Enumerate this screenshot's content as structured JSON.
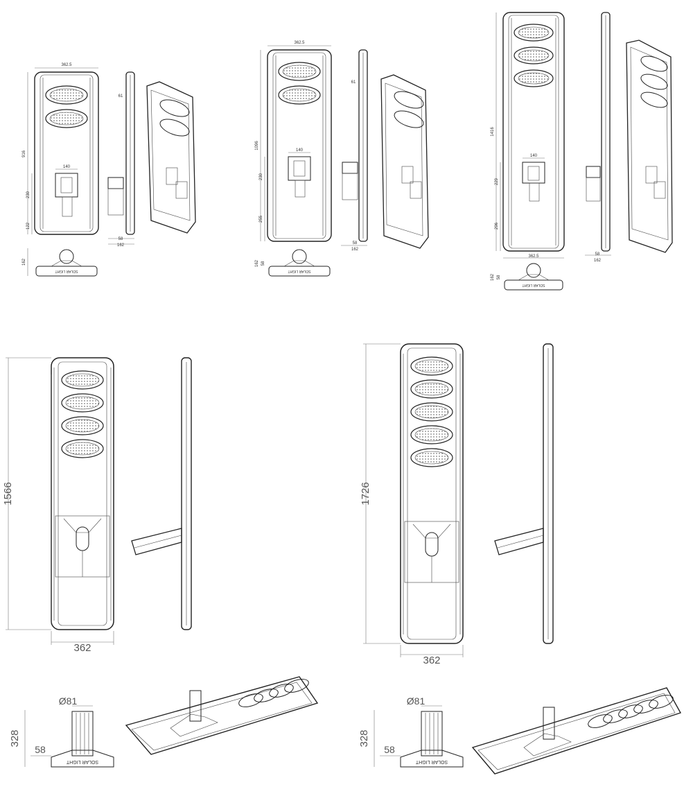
{
  "drawings": {
    "model_a": {
      "width_top": "362.5",
      "depth_side": "61",
      "height_total": "916",
      "mount_width": "140",
      "mount_height": "230",
      "bottom_offset": "122",
      "side_depth_a": "58",
      "side_depth_b": "162",
      "end_height": "162",
      "brand_text": "SOLAR LIGHT"
    },
    "model_b": {
      "width_top": "362.5",
      "depth_side": "61",
      "height_total": "1096",
      "mount_width": "140",
      "mount_height": "230",
      "bottom_offset": "255",
      "side_depth_a": "58",
      "side_depth_b": "162",
      "end_height_a": "162",
      "end_height_b": "58",
      "brand_text": "SOLAR LIGHT"
    },
    "model_c": {
      "height_total": "1416",
      "mount_width": "140",
      "mount_height": "229",
      "bottom_offset": "296",
      "width_bottom": "362.5",
      "side_depth_a": "58",
      "side_depth_b": "162",
      "end_height_a": "162",
      "end_height_b": "58",
      "brand_text": "SOLAR LIGHT"
    },
    "model_d": {
      "height_total": "1566",
      "width": "362",
      "pole_diameter": "Ø81",
      "bracket_height": "328",
      "bracket_base": "58",
      "brand_text": "SOLAR LIGHT"
    },
    "model_e": {
      "height_total": "1726",
      "width": "362",
      "pole_diameter": "Ø81",
      "bracket_height": "328",
      "bracket_base": "58",
      "brand_text": "SOLAR LIGHT"
    }
  }
}
